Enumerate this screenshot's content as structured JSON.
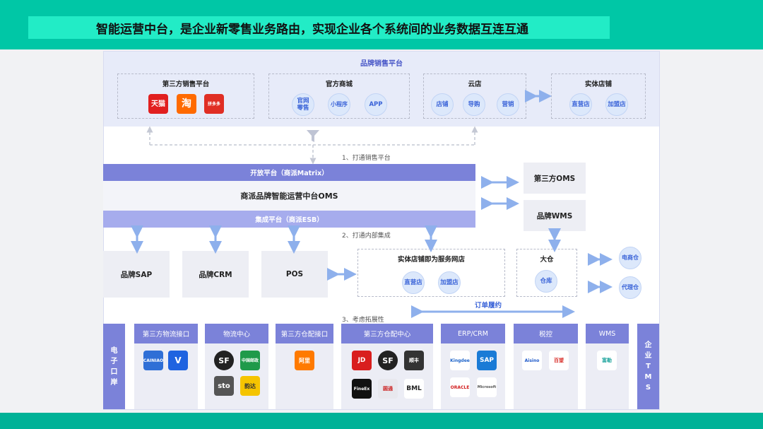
{
  "headline": "智能运营中台，是企业新零售业务路由，实现企业各个系统间的业务数据互连互通",
  "sales_platform": {
    "title": "品牌销售平台",
    "third_party": {
      "title": "第三方销售平台",
      "logos": [
        "天猫",
        "淘",
        "拼多多"
      ]
    },
    "official_mall": {
      "title": "官方商城",
      "items": [
        "官网零售",
        "小程序",
        "APP"
      ]
    },
    "cloud_store": {
      "title": "云店",
      "items": [
        "店铺",
        "导购",
        "营销"
      ]
    },
    "physical_store": {
      "title": "实体店铺",
      "items": [
        "直营店",
        "加盟店"
      ]
    }
  },
  "step1": "1、打通销售平台",
  "open_platform": "开放平台（商派Matrix）",
  "oms_core": "商派品牌智能运营中台OMS",
  "esb": "集成平台（商派ESB）",
  "third_oms": "第三方OMS",
  "brand_wms": "品牌WMS",
  "step2": "2、打通内部集成",
  "systems": [
    "品牌SAP",
    "品牌CRM",
    "POS"
  ],
  "store_network": {
    "title": "实体店铺即为服务网店",
    "items": [
      "直营店",
      "加盟店"
    ]
  },
  "big_warehouse": {
    "title": "大仓",
    "item": "仓库"
  },
  "warehouses": [
    "电商仓",
    "代理仓"
  ],
  "fulfillment": "订单履约",
  "step3": "3、考虑拓展性",
  "left_side": "电子口岸",
  "right_side": "企业TMS",
  "columns": [
    {
      "title": "第三方物流接口",
      "logos": [
        "CAINIAO",
        "V"
      ]
    },
    {
      "title": "物流中心",
      "logos": [
        "SF",
        "中国邮政",
        "sto",
        "韵达"
      ]
    },
    {
      "title": "第三方仓配接口",
      "logos": [
        "阿里"
      ]
    },
    {
      "title": "第三方仓配中心",
      "logos": [
        "JD",
        "SF",
        "顺丰",
        "FineEx",
        "圆通",
        "BML"
      ]
    },
    {
      "title": "ERP/CRM",
      "logos": [
        "Kingdee",
        "SAP",
        "ORACLE",
        "Microsoft"
      ]
    },
    {
      "title": "税控",
      "logos": [
        "Aisino",
        "百望"
      ]
    },
    {
      "title": "WMS",
      "logos": [
        "富勒"
      ]
    }
  ],
  "colors": {
    "accent": "#00c7a6",
    "purple_bar": "#7b82d9",
    "circle_text": "#3b64d8"
  }
}
